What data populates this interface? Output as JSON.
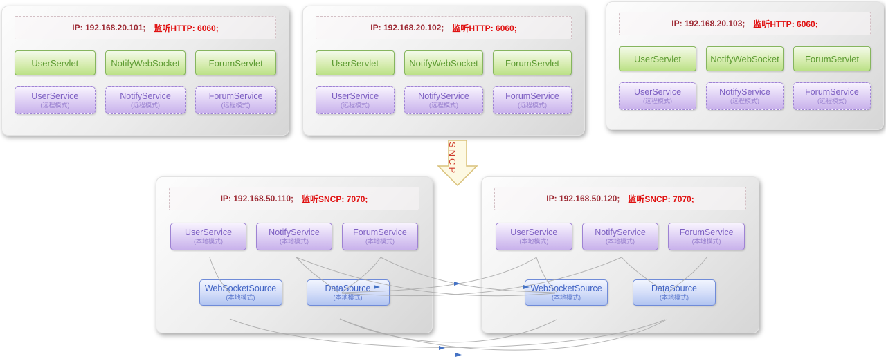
{
  "diagram_title": "Redkale-style HTTP/SNCP cluster diagram",
  "colors": {
    "ip_text": "#9d2933",
    "listen_text": "#e01010",
    "servlet_green": "#5c9b31",
    "service_purple": "#7d5fc2",
    "source_blue": "#3f62c4",
    "arrow_stroke": "#d9c17a",
    "arrow_fill": "#fdf9e3",
    "connector_gray": "#a8a8a8"
  },
  "sncp_arrow": {
    "label": "SNCP"
  },
  "top_nodes": [
    {
      "ip": "IP: 192.168.20.101;",
      "listen": "监听HTTP: 6060;",
      "servlets": [
        "UserServlet",
        "NotifyWebSocket",
        "ForumServlet"
      ],
      "services": [
        {
          "name": "UserService",
          "mode": "(远程模式)"
        },
        {
          "name": "NotifyService",
          "mode": "(远程模式)"
        },
        {
          "name": "ForumService",
          "mode": "(远程模式)"
        }
      ]
    },
    {
      "ip": "IP: 192.168.20.102;",
      "listen": "监听HTTP: 6060;",
      "servlets": [
        "UserServlet",
        "NotifyWebSocket",
        "ForumServlet"
      ],
      "services": [
        {
          "name": "UserService",
          "mode": "(远程模式)"
        },
        {
          "name": "NotifyService",
          "mode": "(远程模式)"
        },
        {
          "name": "ForumService",
          "mode": "(远程模式)"
        }
      ]
    },
    {
      "ip": "IP: 192.168.20.103;",
      "listen": "监听HTTP: 6060;",
      "servlets": [
        "UserServlet",
        "NotifyWebSocket",
        "ForumServlet"
      ],
      "services": [
        {
          "name": "UserService",
          "mode": "(远程模式)"
        },
        {
          "name": "NotifyService",
          "mode": "(远程模式)"
        },
        {
          "name": "ForumService",
          "mode": "(远程模式)"
        }
      ]
    }
  ],
  "bottom_nodes": [
    {
      "ip": "IP: 192.168.50.110;",
      "listen": "监听SNCP: 7070;",
      "services": [
        {
          "name": "UserService",
          "mode": "(本地模式)"
        },
        {
          "name": "NotifyService",
          "mode": "(本地模式)"
        },
        {
          "name": "ForumService",
          "mode": "(本地模式)"
        }
      ],
      "sources": [
        {
          "name": "WebSocketSource",
          "mode": "(本地模式)"
        },
        {
          "name": "DataSource",
          "mode": "(本地模式)"
        }
      ]
    },
    {
      "ip": "IP: 192.168.50.120;",
      "listen": "监听SNCP: 7070;",
      "services": [
        {
          "name": "UserService",
          "mode": "(本地模式)"
        },
        {
          "name": "NotifyService",
          "mode": "(本地模式)"
        },
        {
          "name": "ForumService",
          "mode": "(本地模式)"
        }
      ],
      "sources": [
        {
          "name": "WebSocketSource",
          "mode": "(本地模式)"
        },
        {
          "name": "DataSource",
          "mode": "(本地模式)"
        }
      ]
    }
  ]
}
